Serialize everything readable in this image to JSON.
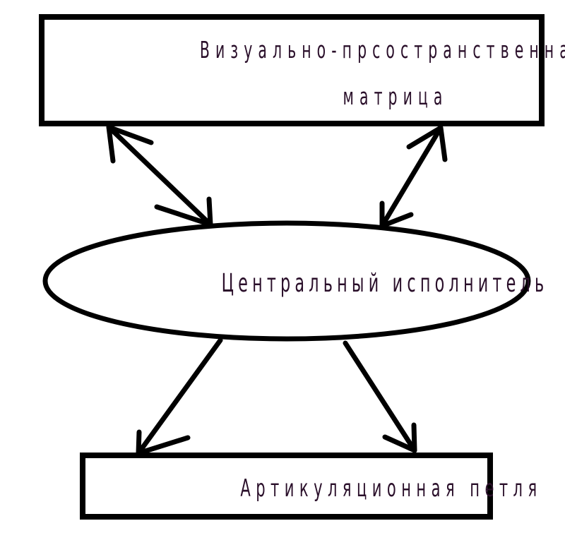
{
  "nodes": {
    "top_box": {
      "line1": "Визуально-прсостранственная",
      "line2": "матрица"
    },
    "center_ellipse": {
      "label": "Центральный исполнитель"
    },
    "bottom_box": {
      "label": "Артикуляционная петля"
    }
  },
  "colors": {
    "stroke": "#000000",
    "text": "#2a0f2a",
    "background": "#ffffff"
  }
}
